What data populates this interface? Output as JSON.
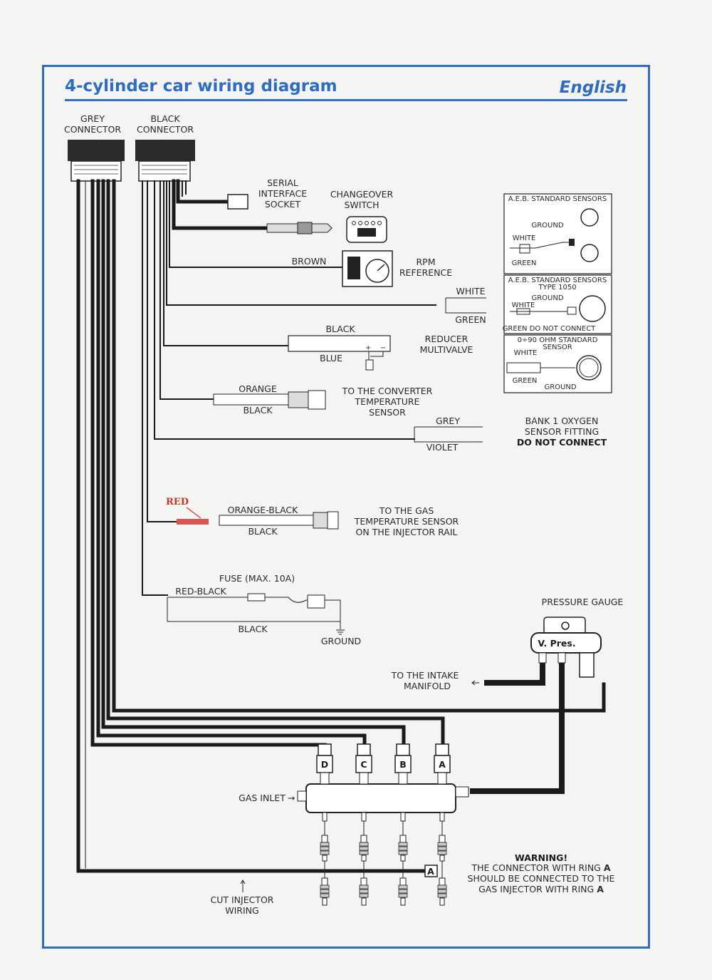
{
  "header": {
    "title": "4-cylinder car wiring diagram",
    "language": "English"
  },
  "connectors": {
    "grey": [
      "GREY",
      "CONNECTOR"
    ],
    "black": [
      "BLACK",
      "CONNECTOR"
    ]
  },
  "serial": [
    "SERIAL",
    "INTERFACE",
    "SOCKET"
  ],
  "changeover": [
    "CHANGEOVER",
    "SWITCH"
  ],
  "rpm": {
    "wire": "BROWN",
    "label": [
      "RPM",
      "REFERENCE"
    ]
  },
  "sensor_wires": {
    "white": "WHITE",
    "green": "GREEN"
  },
  "reducer": {
    "black": "BLACK",
    "blue": "BLUE",
    "label": [
      "REDUCER",
      "MULTIVALVE"
    ]
  },
  "converter": {
    "orange": "ORANGE",
    "black": "BLACK",
    "label": [
      "TO THE CONVERTER",
      "TEMPERATURE",
      "SENSOR"
    ]
  },
  "oxygen": {
    "grey": "GREY",
    "violet": "VIOLET",
    "label": [
      "BANK 1 OXYGEN",
      "SENSOR FITTING"
    ],
    "warning": "DO NOT CONNECT"
  },
  "aeb_box1": {
    "title": "A.E.B. STANDARD SENSORS",
    "ground": "GROUND",
    "white": "WHITE",
    "green": "GREEN"
  },
  "aeb_box2": {
    "title": [
      "A.E.B. STANDARD SENSORS",
      "TYPE 1050"
    ],
    "ground": "GROUND",
    "white": "WHITE",
    "note": "GREEN DO NOT CONNECT"
  },
  "aeb_box3": {
    "title": [
      "0÷90 OHM STANDARD",
      "SENSOR"
    ],
    "white": "WHITE",
    "green": "GREEN",
    "ground": "GROUND"
  },
  "gas_temp": {
    "red": "RED",
    "orange_black": "ORANGE-BLACK",
    "black": "BLACK",
    "label": [
      "TO THE GAS",
      "TEMPERATURE SENSOR",
      "ON THE INJECTOR RAIL"
    ]
  },
  "fuse": {
    "label": "FUSE (MAX. 10A)",
    "red_black": "RED-BLACK",
    "black": "BLACK",
    "ground": "GROUND"
  },
  "pressure": {
    "label": "PRESSURE GAUGE",
    "gauge_text": "V. Pres."
  },
  "intake": [
    "TO THE INTAKE",
    "MANIFOLD"
  ],
  "injectors": {
    "letters": [
      "D",
      "C",
      "B",
      "A"
    ],
    "ring": "A",
    "gas_inlet": "GAS INLET"
  },
  "cut_injector": [
    "CUT INJECTOR",
    "WIRING"
  ],
  "warning": {
    "title": "WARNING!",
    "line1_a": "THE CONNECTOR WITH RING ",
    "line1_b": "A",
    "line2": "SHOULD BE CONNECTED TO THE",
    "line3_a": "GAS INJECTOR WITH RING ",
    "line3_b": "A"
  },
  "colors": {
    "frame": "#2d6cc0",
    "wire": "#1a1a1a",
    "red_wire": "#d9534f"
  }
}
